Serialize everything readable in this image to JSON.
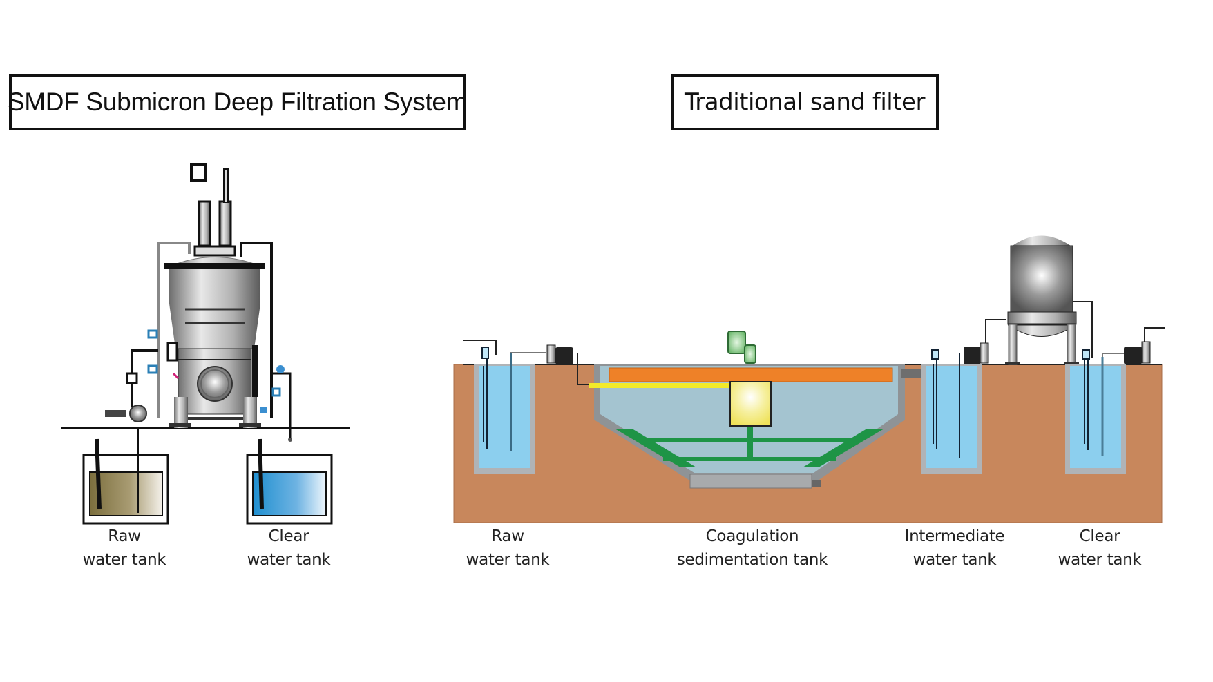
{
  "left_panel": {
    "title": "SMDF Submicron Deep Filtration System",
    "components": [
      "filter-vessel",
      "feed-pump",
      "control-valves"
    ],
    "labels": [
      {
        "line1": "Raw",
        "line2": "water tank"
      },
      {
        "line1": "Clear",
        "line2": "water tank"
      }
    ],
    "water_colors": {
      "raw": "#8a7c4c",
      "clear": "#2d9ad6"
    }
  },
  "right_panel": {
    "title": "Traditional sand filter",
    "labels": [
      {
        "line1": "Raw",
        "line2": "water tank"
      },
      {
        "line1": "Coagulation",
        "line2": "sedimentation tank"
      },
      {
        "line1": "Intermediate",
        "line2": "water tank"
      },
      {
        "line1": "Clear",
        "line2": "water tank"
      }
    ],
    "colors": {
      "ground": "#c8875c",
      "tank_water": "#8ccfee",
      "sediment_water": "#a4c4d0",
      "scraper": "#1e9446",
      "launder": "#ee8128",
      "feed_pipe": "#f2ea2a",
      "center_well": "#f3ec7a"
    }
  }
}
